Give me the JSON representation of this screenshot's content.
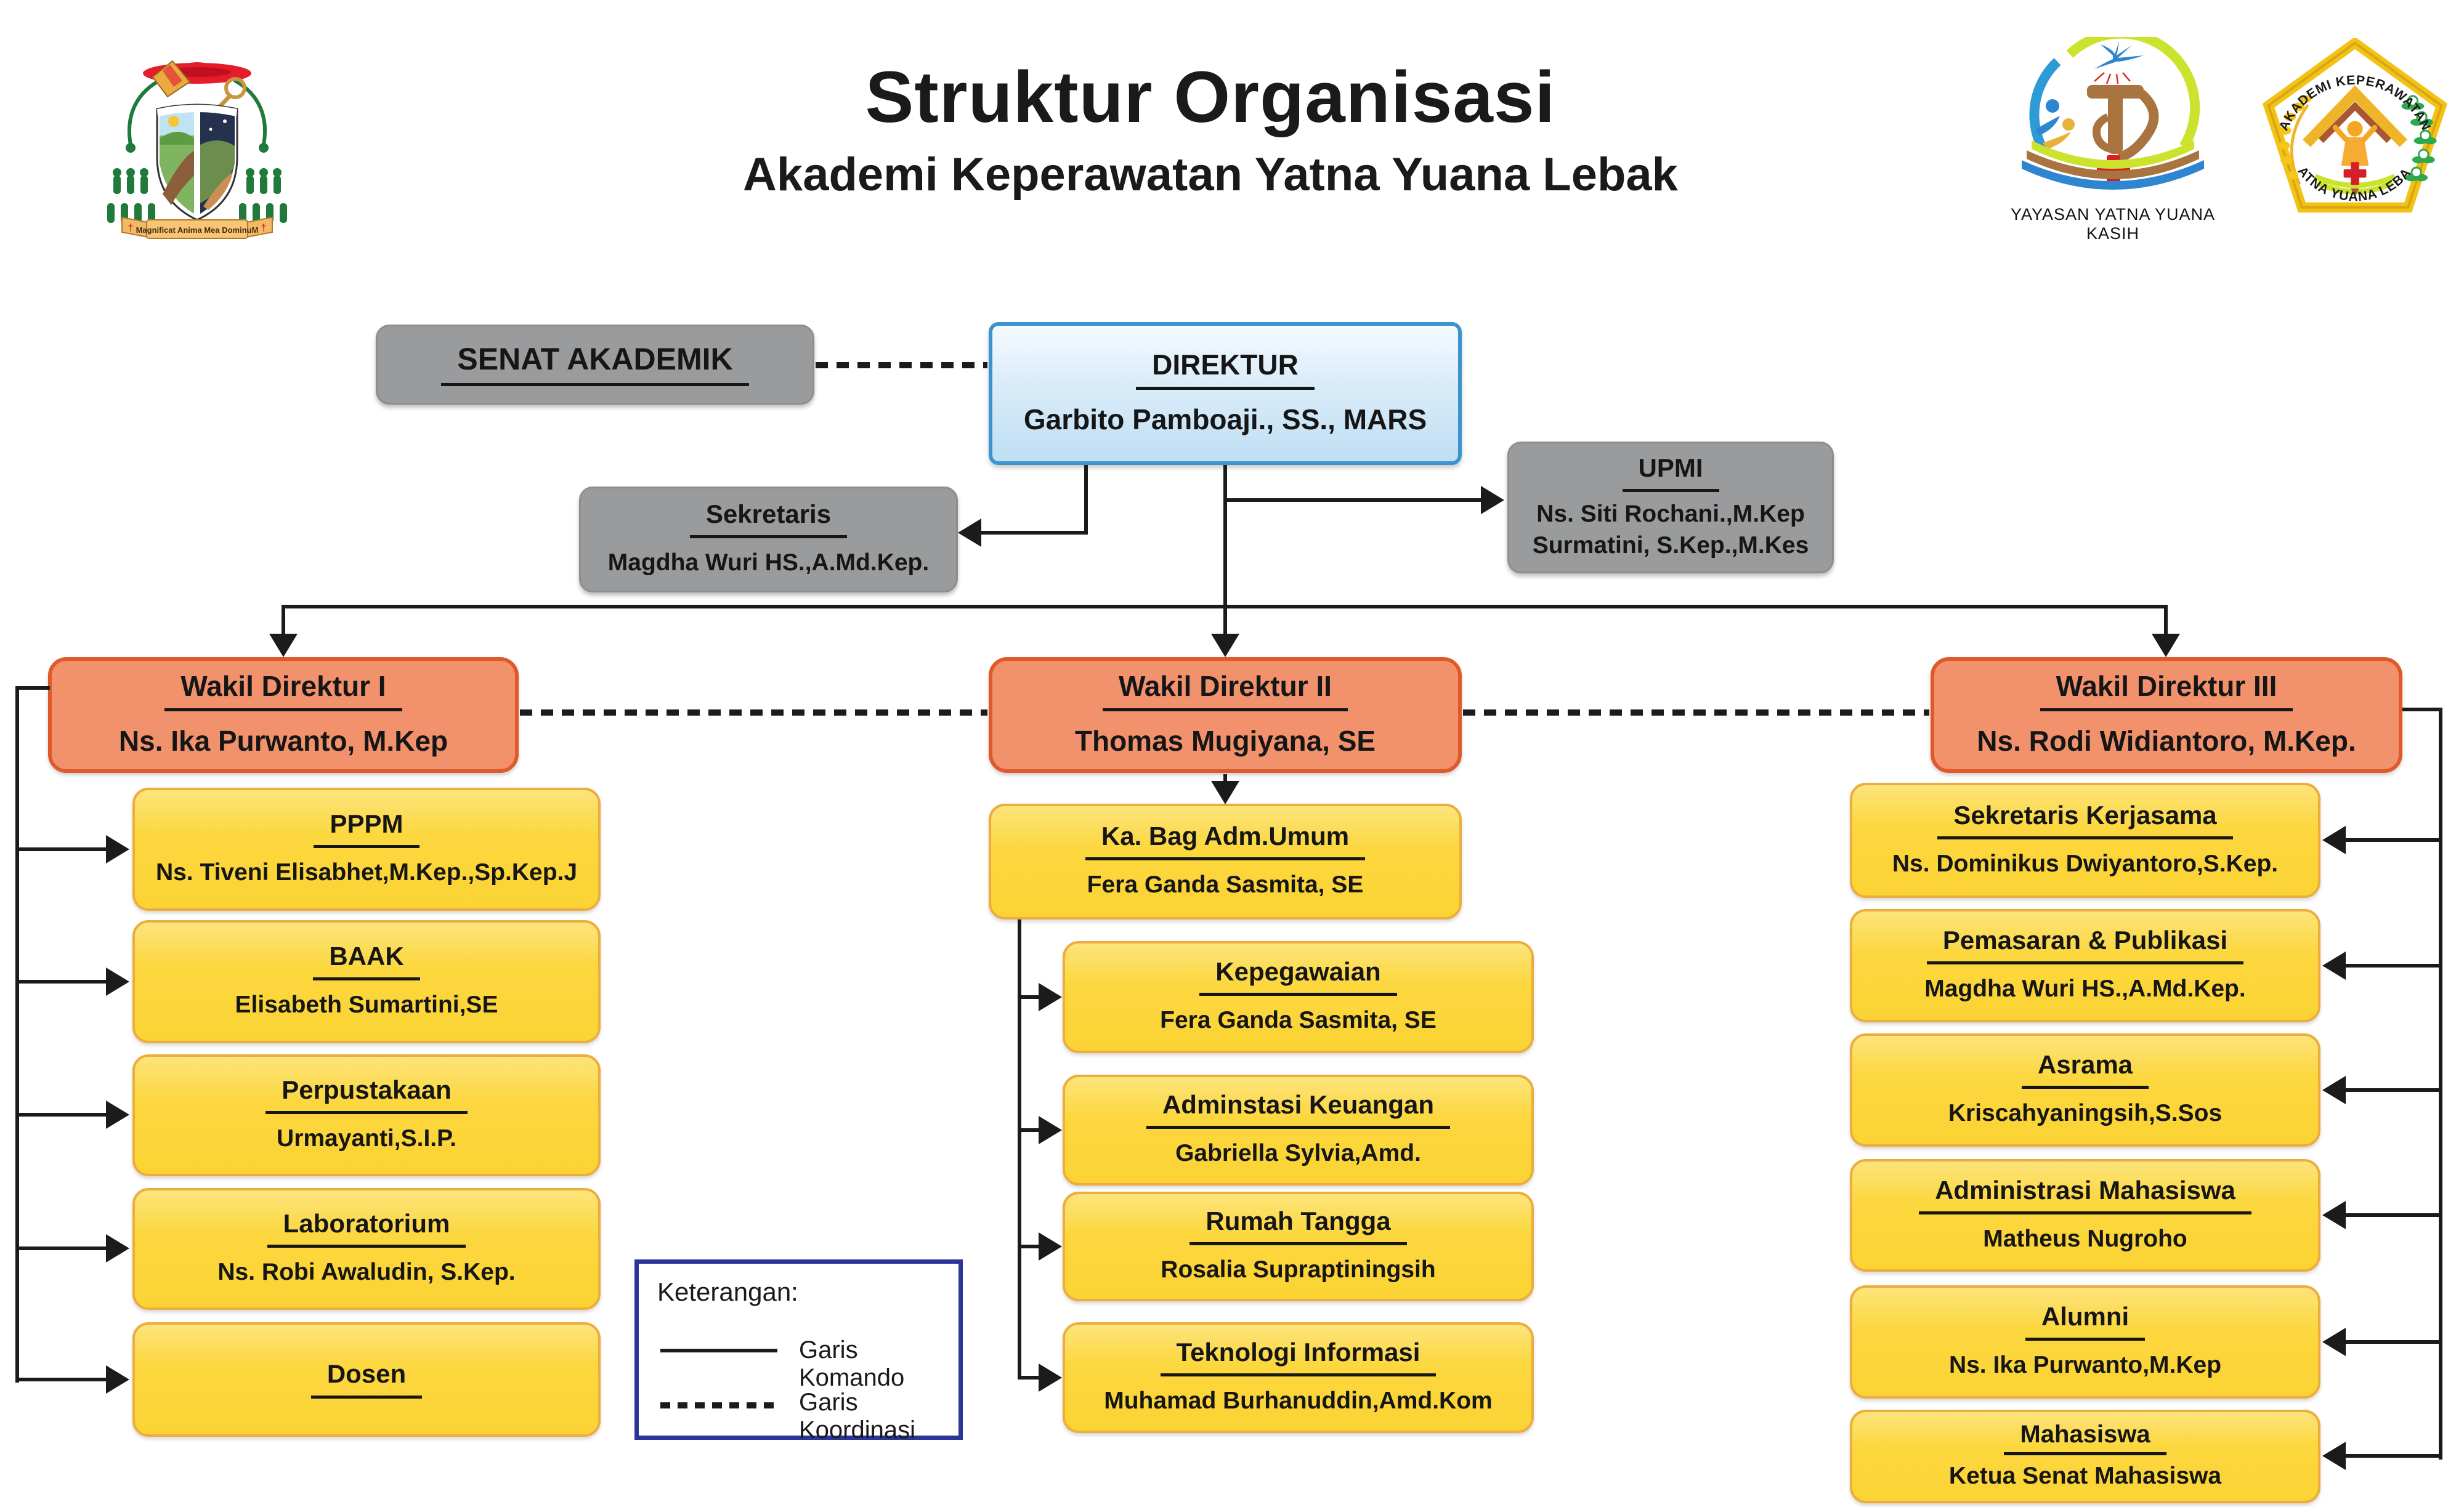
{
  "header": {
    "title": "Struktur Organisasi",
    "subtitle": "Akademi Keperawatan Yatna Yuana Lebak"
  },
  "logos": {
    "coat_of_arms_motto": "Magnificat Anima Mea DominuM",
    "yayasan_caption": "YAYASAN YATNA YUANA KASIH",
    "akademi_arc_top": "AKADEMI KEPERAWATAN",
    "akademi_arc_bottom": "YATNA YUANA LEBAK"
  },
  "nodes": {
    "senat": {
      "title": "SENAT AKADEMIK"
    },
    "direktur": {
      "title": "DIREKTUR",
      "name": "Garbito Pamboaji., SS., MARS"
    },
    "sekretaris": {
      "title": "Sekretaris",
      "name": "Magdha Wuri HS.,A.Md.Kep."
    },
    "upmi": {
      "title": "UPMI",
      "name": "Ns. Siti Rochani.,M.Kep",
      "name2": "Surmatini, S.Kep.,M.Kes"
    },
    "wadir1": {
      "title": "Wakil Direktur I",
      "name": "Ns. Ika Purwanto, M.Kep"
    },
    "wadir2": {
      "title": "Wakil Direktur II",
      "name": "Thomas Mugiyana, SE"
    },
    "wadir3": {
      "title": "Wakil Direktur III",
      "name": "Ns. Rodi Widiantoro, M.Kep."
    },
    "kabag": {
      "title": "Ka. Bag Adm.Umum",
      "name": "Fera Ganda Sasmita, SE"
    }
  },
  "units": {
    "left": [
      {
        "title": "PPPM",
        "name": "Ns. Tiveni Elisabhet,M.Kep.,Sp.Kep.J"
      },
      {
        "title": "BAAK",
        "name": "Elisabeth Sumartini,SE"
      },
      {
        "title": "Perpustakaan",
        "name": "Urmayanti,S.I.P."
      },
      {
        "title": "Laboratorium",
        "name": "Ns. Robi Awaludin, S.Kep."
      },
      {
        "title": "Dosen",
        "name": ""
      }
    ],
    "middle": [
      {
        "title": "Kepegawaian",
        "name": "Fera Ganda Sasmita, SE"
      },
      {
        "title": "Adminstasi Keuangan",
        "name": "Gabriella Sylvia,Amd."
      },
      {
        "title": "Rumah Tangga",
        "name": "Rosalia Supraptiningsih"
      },
      {
        "title": "Teknologi Informasi",
        "name": "Muhamad Burhanuddin,Amd.Kom"
      }
    ],
    "right": [
      {
        "title": "Sekretaris Kerjasama",
        "name": "Ns. Dominikus Dwiyantoro,S.Kep."
      },
      {
        "title": "Pemasaran & Publikasi",
        "name": "Magdha Wuri HS.,A.Md.Kep."
      },
      {
        "title": "Asrama",
        "name": "Kriscahyaningsih,S.Sos"
      },
      {
        "title": "Administrasi Mahasiswa",
        "name": "Matheus Nugroho"
      },
      {
        "title": "Alumni",
        "name": "Ns. Ika Purwanto,M.Kep"
      },
      {
        "title": "Mahasiswa",
        "name": "Ketua Senat Mahasiswa"
      }
    ]
  },
  "legend": {
    "heading": "Keterangan:",
    "items": [
      {
        "style": "solid",
        "label": "Garis Komando"
      },
      {
        "style": "dotted",
        "label": "Garis Koordinasi"
      }
    ]
  },
  "colors": {
    "box_orange": "#f2926c",
    "orange_border": "#e0592b",
    "box_yellow": "#fbd334",
    "yellow_border": "#edad3e",
    "box_gray": "#9a9b9d",
    "blue_border": "#3e93ce",
    "legend_border": "#2b3598",
    "line": "#1b1b1b"
  }
}
